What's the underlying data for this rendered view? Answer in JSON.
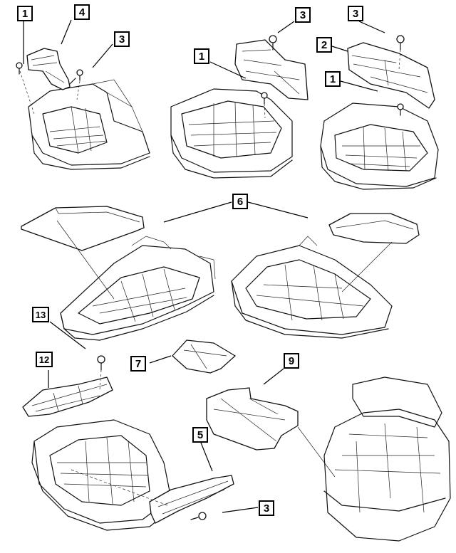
{
  "callouts": [
    {
      "id": "c1a",
      "label": "1"
    },
    {
      "id": "c4",
      "label": "4"
    },
    {
      "id": "c3a",
      "label": "3"
    },
    {
      "id": "c3b",
      "label": "3"
    },
    {
      "id": "c3c",
      "label": "3"
    },
    {
      "id": "c1b",
      "label": "1"
    },
    {
      "id": "c2",
      "label": "2"
    },
    {
      "id": "c1c",
      "label": "1"
    },
    {
      "id": "c6",
      "label": "6"
    },
    {
      "id": "c13",
      "label": "13"
    },
    {
      "id": "c12",
      "label": "12"
    },
    {
      "id": "c7",
      "label": "7"
    },
    {
      "id": "c9",
      "label": "9"
    },
    {
      "id": "c5",
      "label": "5"
    },
    {
      "id": "c3d",
      "label": "3"
    }
  ]
}
